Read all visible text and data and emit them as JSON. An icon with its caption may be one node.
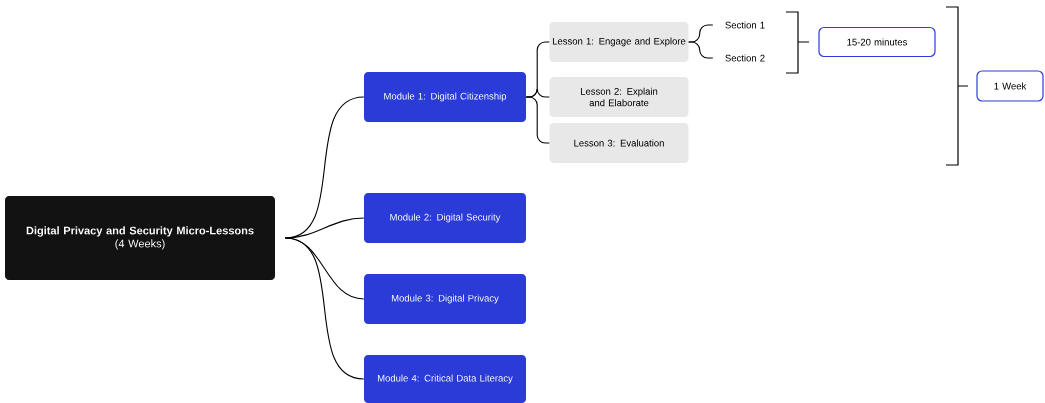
{
  "diagram": {
    "nodes": [
      {
        "text": [
          "Digital Privacy and Security Micro-Lessons",
          "(4 Weeks)"
        ]
      },
      {
        "text": [
          "Module 1: Digital Citizenship"
        ]
      },
      {
        "text": [
          "Module 2: Digital Security"
        ]
      },
      {
        "text": [
          "Module 3: Digital Privacy"
        ]
      },
      {
        "text": [
          "Module 4: Critical Data Literacy"
        ]
      },
      {
        "text": [
          "Lesson 1: Engage and Explore"
        ]
      },
      {
        "text": [
          "Lesson 2: Explain and Elaborate"
        ]
      },
      {
        "text": [
          "Lesson 3: Evaluation"
        ]
      },
      {
        "text": [
          "Section 1"
        ]
      },
      {
        "text": [
          "Section 2"
        ]
      },
      {
        "text": [
          "15-20 minutes"
        ]
      },
      {
        "text": [
          "1 Week"
        ]
      }
    ],
    "edges": [
      {
        "from": 0,
        "to": 1,
        "arrow": "none"
      },
      {
        "from": 0,
        "to": 2,
        "arrow": "none"
      },
      {
        "from": 0,
        "to": 3,
        "arrow": "none"
      },
      {
        "from": 0,
        "to": 4,
        "arrow": "none"
      },
      {
        "from": 1,
        "to": 5,
        "arrow": "none"
      },
      {
        "from": 1,
        "to": 6,
        "arrow": "none"
      },
      {
        "from": 1,
        "to": 7,
        "arrow": "none"
      },
      {
        "from": 5,
        "to": 8,
        "arrow": "none"
      },
      {
        "from": 5,
        "to": 9,
        "arrow": "none"
      }
    ]
  }
}
